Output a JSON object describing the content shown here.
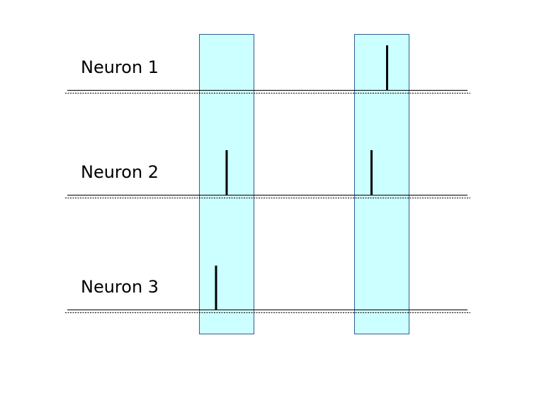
{
  "colors": {
    "background": "#ffffff",
    "window_fill": "#ccffff",
    "window_stroke": "#2f5f8f",
    "line": "#000000",
    "spike": "#000000"
  },
  "neurons": [
    {
      "label": "Neuron 1",
      "spikes_in_windows": [
        2
      ]
    },
    {
      "label": "Neuron 2",
      "spikes_in_windows": [
        1,
        2
      ]
    },
    {
      "label": "Neuron 3",
      "spikes_in_windows": [
        1
      ]
    }
  ],
  "windows_count": 2
}
